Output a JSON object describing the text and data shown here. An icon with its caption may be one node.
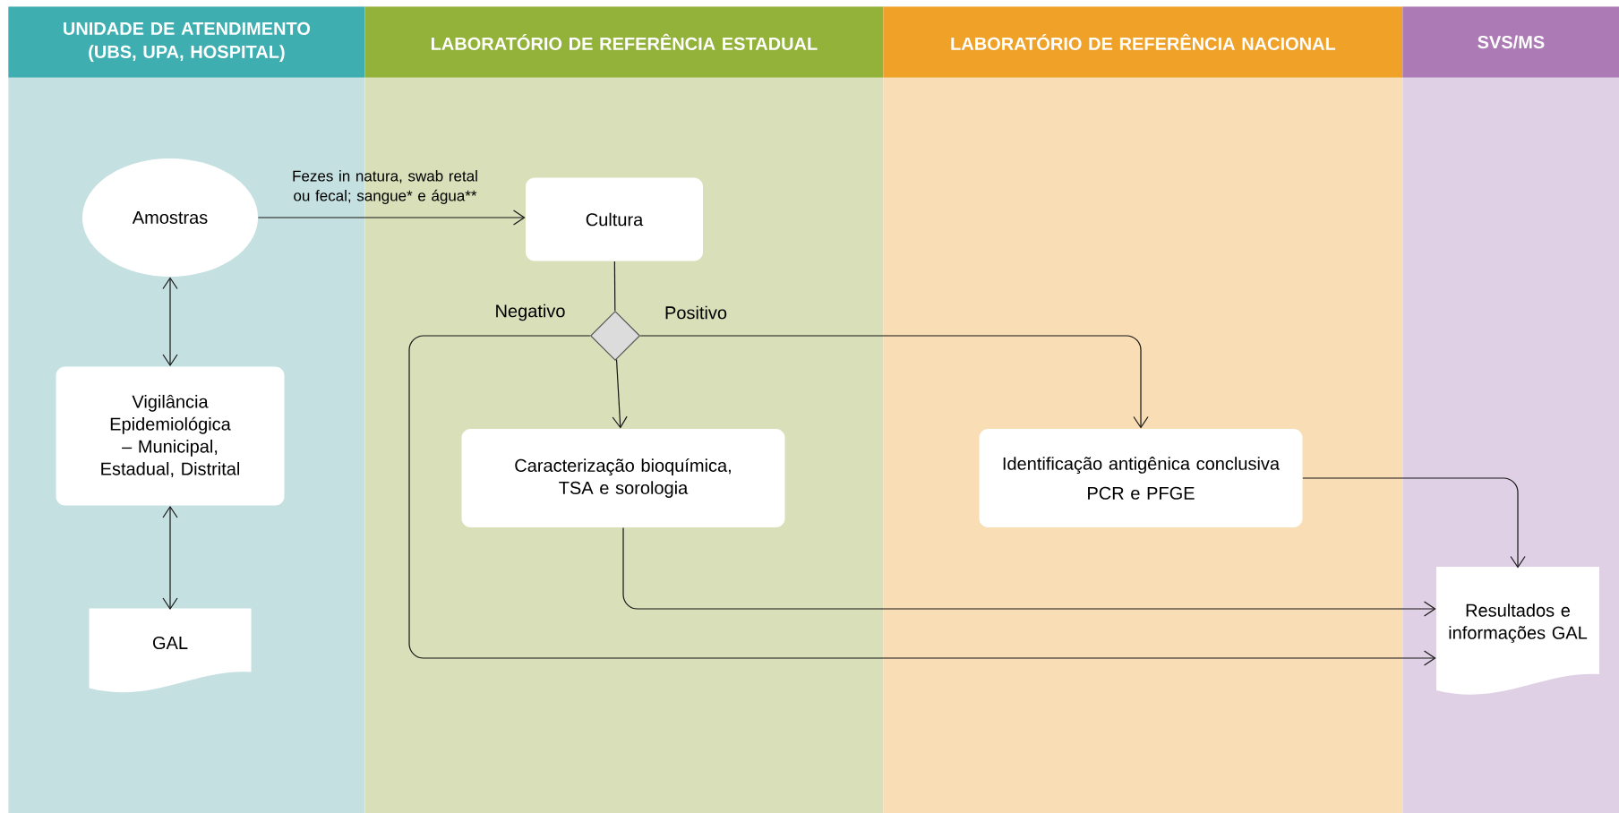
{
  "diagram": {
    "nodes": [
      {
        "text": [
          "UNIDADE DE ATENDIMENTO (UBS, UPA, HOSPITAL)"
        ]
      },
      {
        "text": [
          "LABORATÓRIO DE REFERÊNCIA ESTADUAL"
        ]
      },
      {
        "text": [
          "LABORATÓRIO DE REFERÊNCIA NACIONAL"
        ]
      },
      {
        "text": [
          "SVS/MS"
        ]
      },
      {
        "text": [
          "Amostras"
        ],
        "in": 0
      },
      {
        "text": [
          "Vigilância Epidemiológica – Municipal, Estadual, Distrital"
        ],
        "in": 0
      },
      {
        "text": [
          "GAL"
        ],
        "in": 0
      },
      {
        "text": [
          "Cultura"
        ],
        "in": 1
      },
      {
        "text": [],
        "shape": "diamond",
        "in": 1
      },
      {
        "text": [
          "Caracterização bioquímica, TSA e sorologia"
        ],
        "in": 1
      },
      {
        "text": [
          "Identificação antigênica conclusiva",
          "PCR e PFGE"
        ],
        "in": 2
      },
      {
        "text": [
          "Resultados e informações GAL"
        ],
        "in": 3
      }
    ],
    "edges": [
      {
        "from": 4,
        "to": 7,
        "arrow": "to",
        "label": "Fezes in natura, swab retal ou fecal; sangue* e água**"
      },
      {
        "from": 4,
        "to": 5,
        "arrow": "both"
      },
      {
        "from": 5,
        "to": 6,
        "arrow": "both"
      },
      {
        "from": 7,
        "to": 8,
        "arrow": "none"
      },
      {
        "from": 8,
        "to": 9,
        "arrow": "to"
      },
      {
        "from": 8,
        "to": 10,
        "arrow": "to",
        "label": "Positivo"
      },
      {
        "from": 8,
        "to": 11,
        "arrow": "to",
        "label": "Negativo"
      },
      {
        "from": 9,
        "to": 11,
        "arrow": "to"
      },
      {
        "from": 10,
        "to": 11,
        "arrow": "to"
      }
    ]
  }
}
